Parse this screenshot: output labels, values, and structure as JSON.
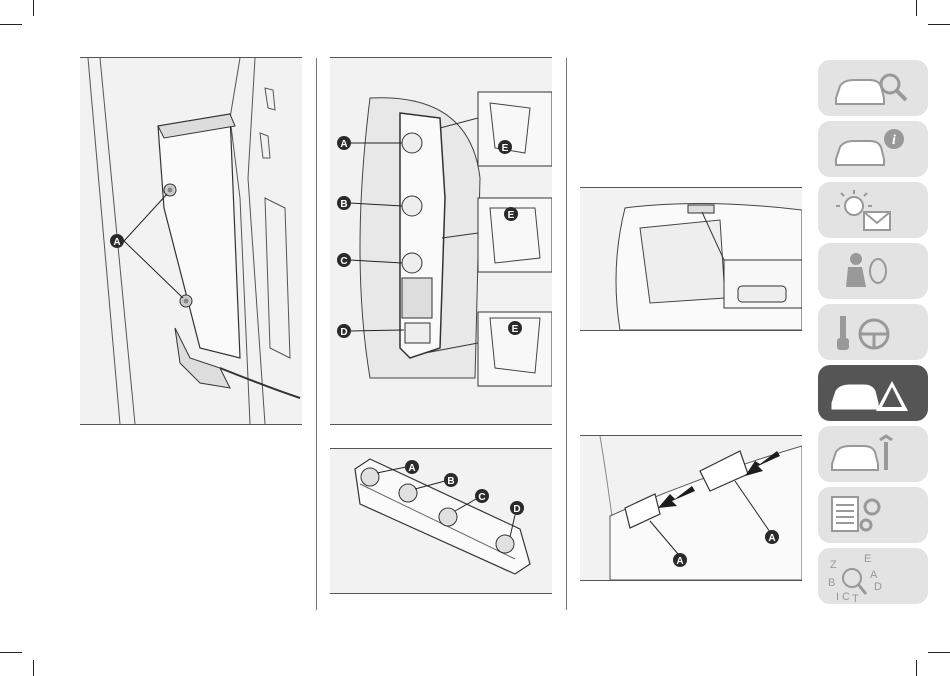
{
  "callouts": {
    "fig1": [
      "A"
    ],
    "fig2": [
      "A",
      "B",
      "C",
      "D",
      "E",
      "E",
      "E"
    ],
    "fig3": [
      "A",
      "B",
      "C",
      "D"
    ],
    "fig5": [
      "A",
      "A"
    ]
  },
  "side_tabs": [
    {
      "name": "tab-knowing-the-car",
      "icon": "car-magnifier-icon"
    },
    {
      "name": "tab-safety",
      "icon": "car-info-icon"
    },
    {
      "name": "tab-warning-lights",
      "icon": "light-message-icon"
    },
    {
      "name": "tab-passive-safety",
      "icon": "airbag-person-icon"
    },
    {
      "name": "tab-starting-driving",
      "icon": "key-steering-wheel-icon"
    },
    {
      "name": "tab-in-an-emergency",
      "icon": "car-warning-triangle-icon",
      "active": true
    },
    {
      "name": "tab-servicing",
      "icon": "car-wrench-icon"
    },
    {
      "name": "tab-technical-data",
      "icon": "document-gears-icon"
    },
    {
      "name": "tab-index",
      "icon": "alphabet-magnifier-icon"
    }
  ],
  "colors": {
    "callout": "#2a2a2a",
    "active_tab": "#555555",
    "tab": "#e3e3e3",
    "figure_bg": "#f2f2f2"
  }
}
